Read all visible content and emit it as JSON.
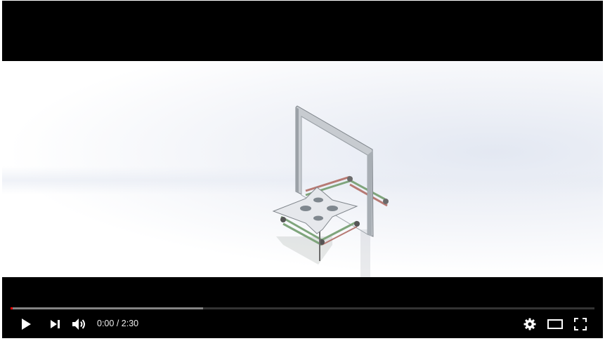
{
  "player": {
    "time_current": "0:00",
    "time_separator": " / ",
    "time_total": "2:30",
    "played_fraction": 0.0,
    "buffered_fraction": 0.33
  },
  "colors": {
    "progress_played": "#ff0000",
    "control_icon": "#ffffff"
  },
  "icons": {
    "play": "play-icon",
    "next": "next-icon",
    "volume": "volume-icon",
    "settings": "gear-icon",
    "theater": "theater-mode-icon",
    "fullscreen": "fullscreen-icon"
  }
}
